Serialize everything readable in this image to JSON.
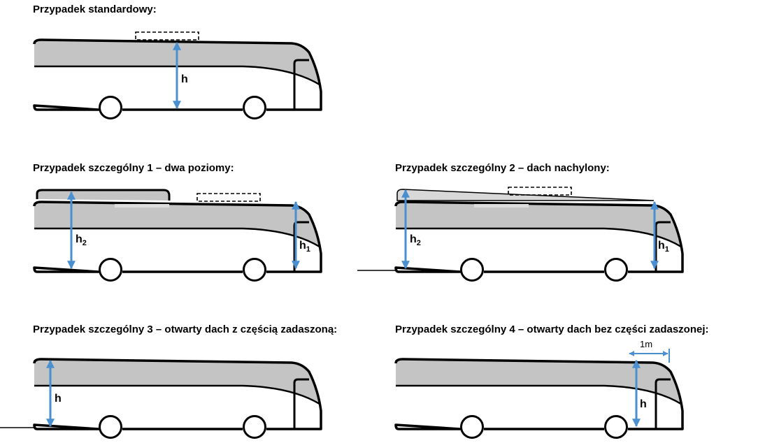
{
  "titles": {
    "standard": "Przypadek standardowy:",
    "case1": "Przypadek szczególny 1 – dwa poziomy:",
    "case2": "Przypadek szczególny 2 – dach nachylony:",
    "case3": "Przypadek szczególny 3 – otwarty dach z częścią zadaszoną:",
    "case4": "Przypadek szczególny 4 – otwarty dach bez części zadaszonej:"
  },
  "labels": {
    "h": "h",
    "h1_base": "h",
    "h1_sub": "1",
    "h2_base": "h",
    "h2_sub": "2",
    "one_meter": "1m"
  },
  "colors": {
    "arrow": "#4a8fd0",
    "roof_fill": "#c4c4c4",
    "outline": "#000000"
  }
}
